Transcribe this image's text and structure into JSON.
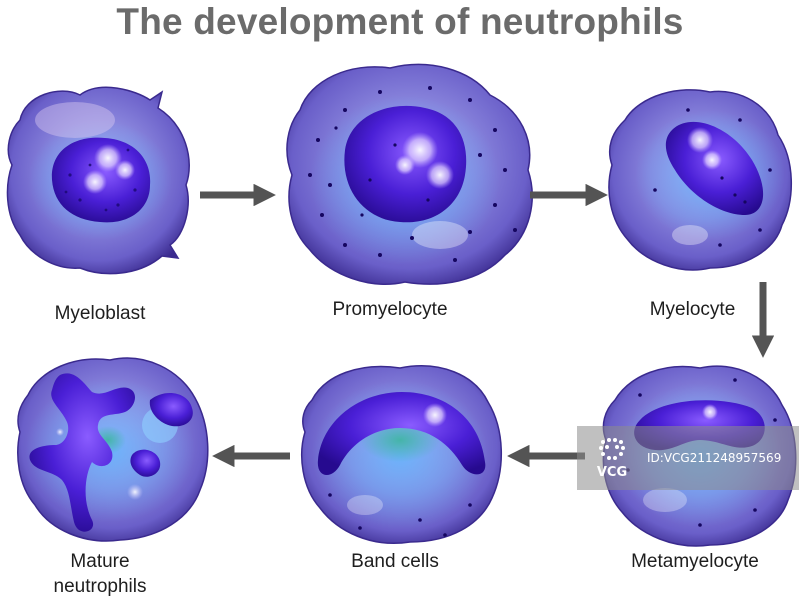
{
  "title": "The development of neutrophils",
  "stages": [
    {
      "id": "myeloblast",
      "label": "Myeloblast"
    },
    {
      "id": "promyelocyte",
      "label": "Promyelocyte"
    },
    {
      "id": "myelocyte",
      "label": "Myelocyte"
    },
    {
      "id": "metamyelocyte",
      "label": "Metamyelocyte"
    },
    {
      "id": "band",
      "label": "Band cells"
    },
    {
      "id": "mature",
      "label_line1": "Mature",
      "label_line2": "neutrophils"
    }
  ],
  "colors": {
    "cytoplasm": "#7f7fd6",
    "cytoplasm_edge": "#3c2a8c",
    "nucleus": "#4b1fd0",
    "nucleus_dark": "#2a0e98",
    "arrow": "#545454",
    "title": "#6b6b6b"
  },
  "watermark": {
    "logo": "VCG",
    "id": "ID:VCG211248957569"
  }
}
